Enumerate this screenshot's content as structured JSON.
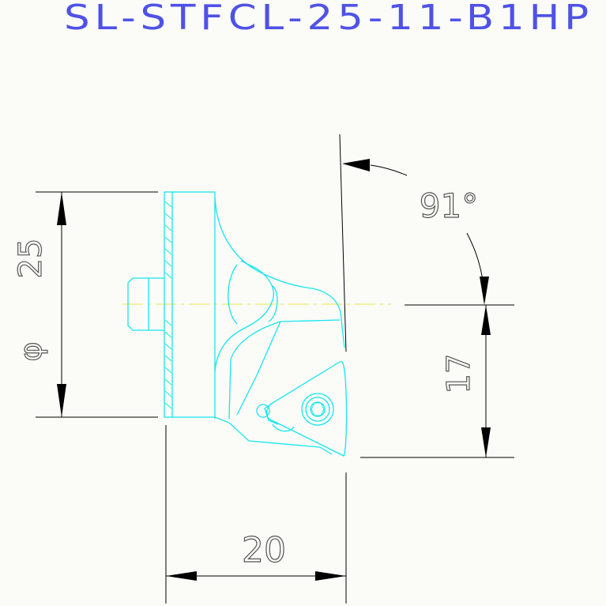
{
  "title": "SL-STFCL-25-11-B1HP",
  "dimensions": {
    "diameter_symbol": "φ",
    "diameter_value": "25",
    "angle_label": "91°",
    "height_value": "17",
    "length_value": "20"
  },
  "colors": {
    "title": "#4f52e6",
    "part_outline": "#15e6ef",
    "dimension_lines": "#000000",
    "dimension_text": "#555555",
    "centerline": "#e4e84a"
  }
}
